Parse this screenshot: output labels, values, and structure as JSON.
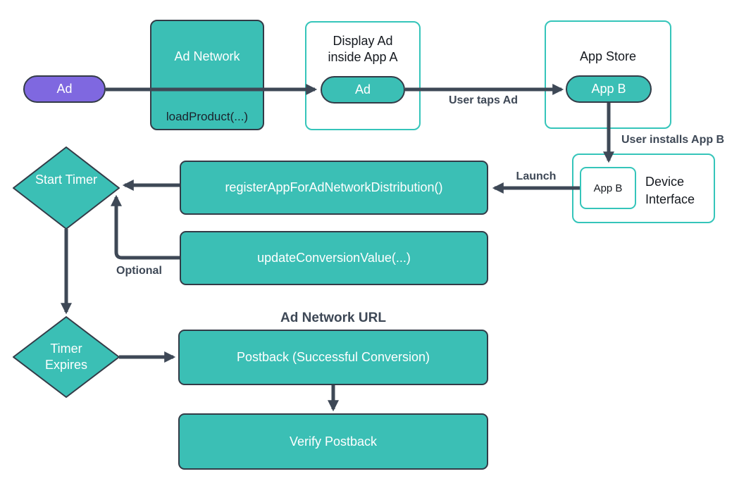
{
  "diagram": {
    "nodes": {
      "ad": "Ad",
      "ad_network": {
        "title": "Ad Network",
        "method": "loadProduct(...)"
      },
      "display_app_a": {
        "title": "Display Ad inside App A",
        "pill": "Ad"
      },
      "app_store": {
        "title": "App Store",
        "pill": "App B"
      },
      "device_interface": {
        "title": "Device Interface",
        "app": "App B"
      },
      "register": "registerAppForAdNetworkDistribution()",
      "update_conversion": "updateConversionValue(...)",
      "start_timer": "Start Timer",
      "timer_expires": "Timer Expires",
      "ad_network_url": "Ad Network URL",
      "postback": "Postback (Successful Conversion)",
      "verify_postback": "Verify Postback"
    },
    "edge_labels": {
      "user_taps": "User taps Ad",
      "user_installs": "User installs App B",
      "launch": "Launch",
      "optional": "Optional"
    },
    "colors": {
      "teal_fill": "#3BBFB5",
      "teal_border": "#35C5BA",
      "purple_fill": "#7F68E0",
      "line_dark": "#3E4856",
      "shape_border": "#333B47",
      "text_light": "#FFFFFF",
      "text_dark": "#15191F"
    }
  }
}
